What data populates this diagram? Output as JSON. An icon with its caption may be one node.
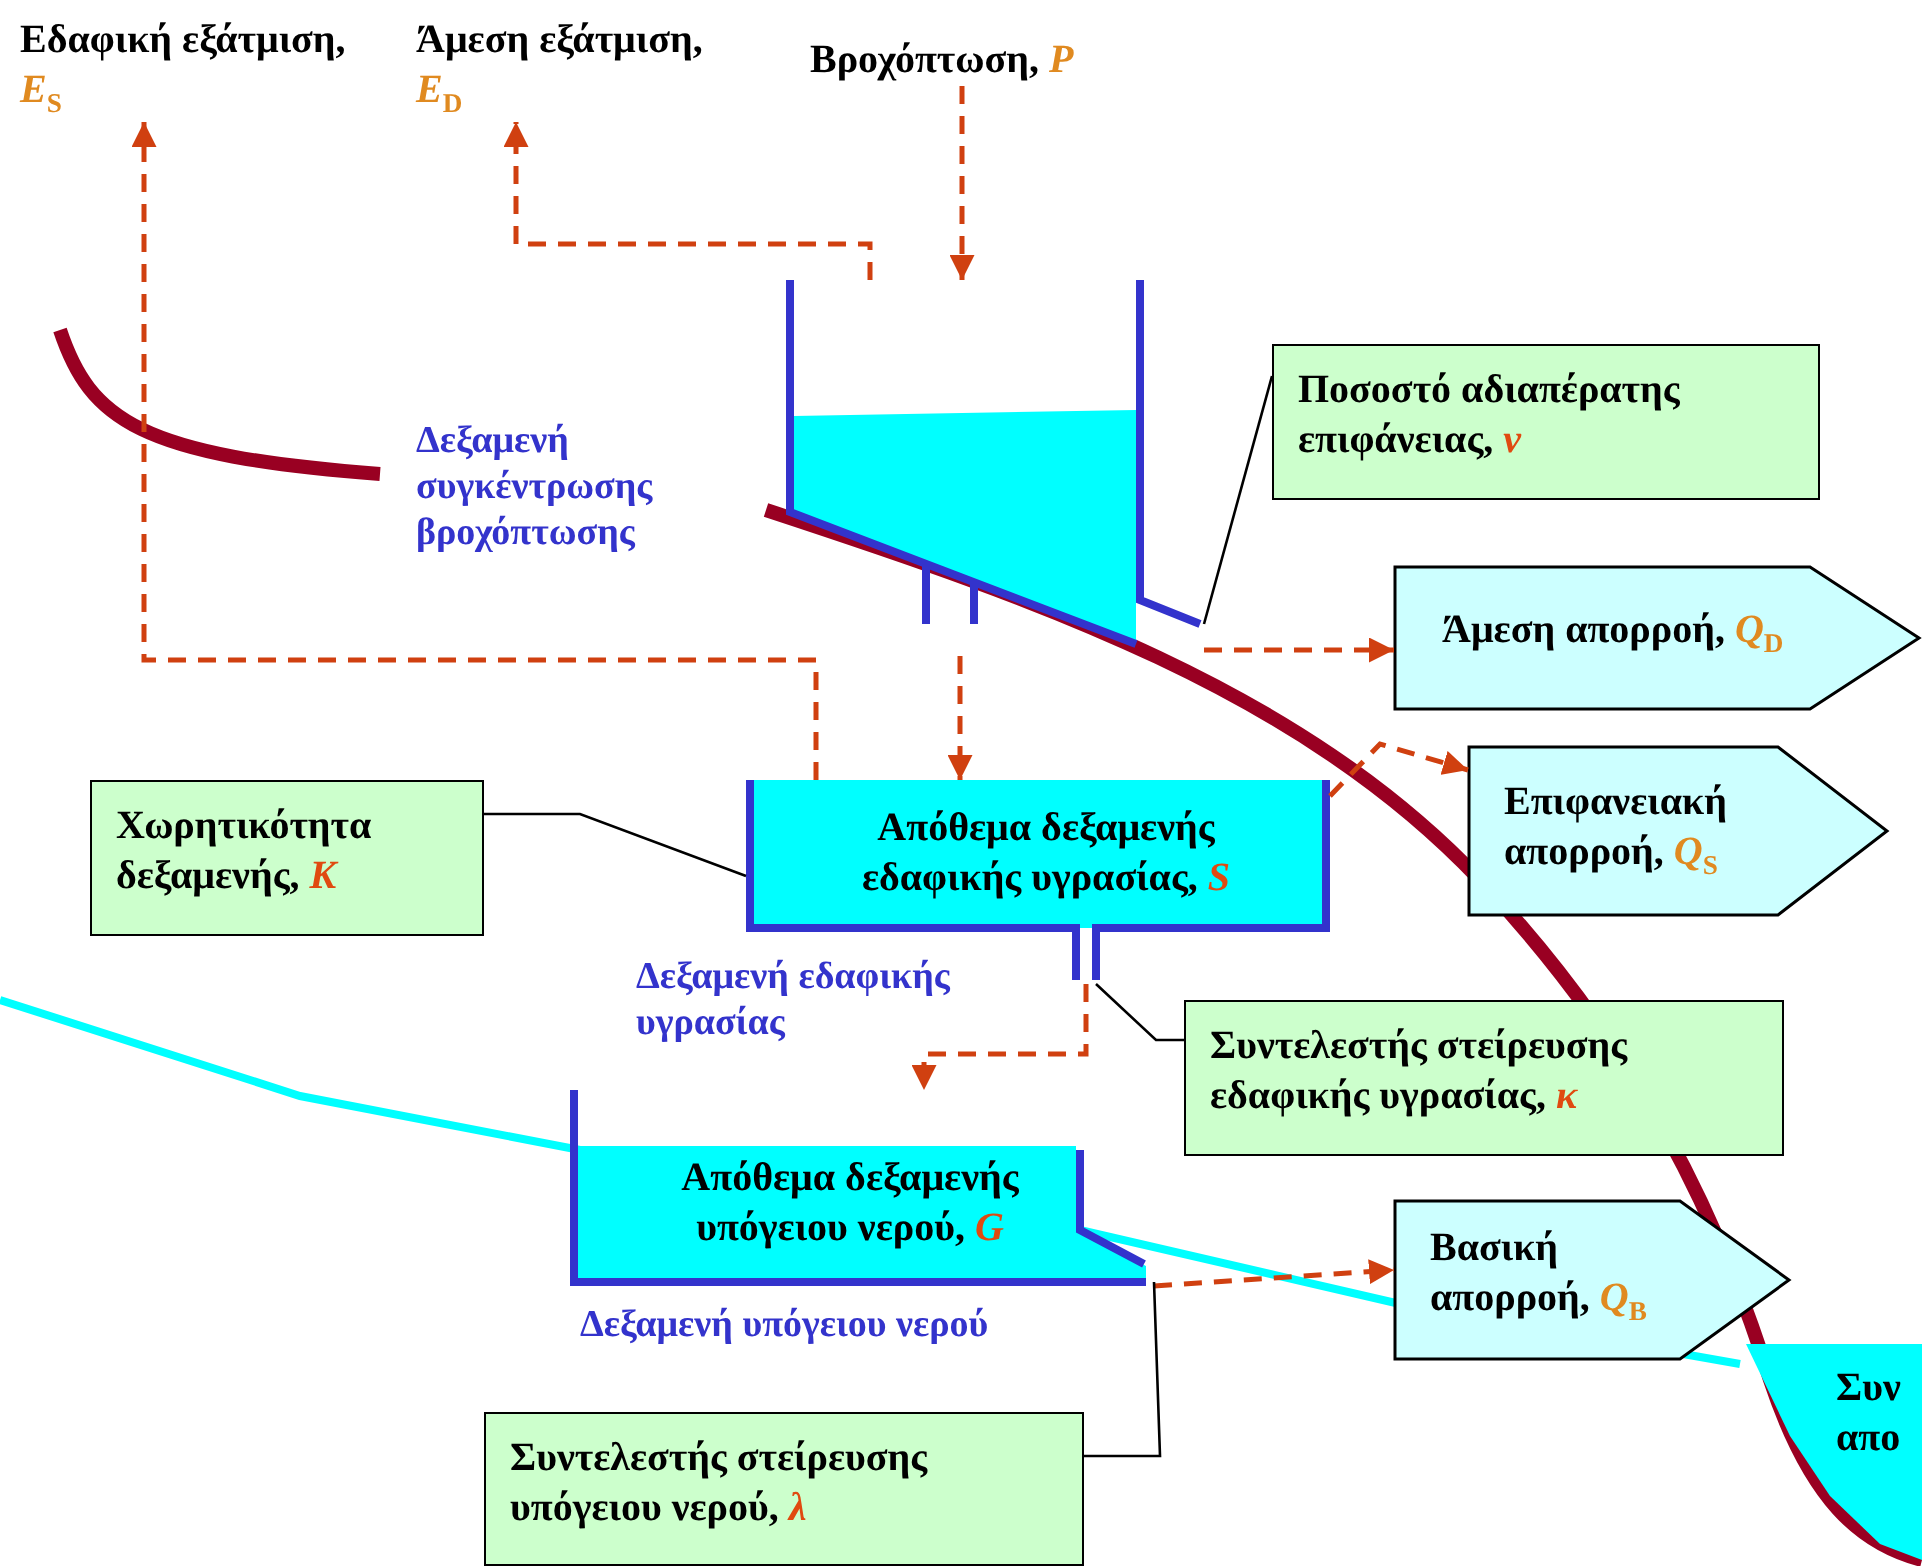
{
  "diagram": {
    "nodes": [
      {
        "text": [
          "Εδαφική εξάτμιση, *E*$_{S}$"
        ]
      },
      {
        "text": [
          "Άμεση εξάτμιση, *E*$_{D}$"
        ]
      },
      {
        "text": [
          "Βροχόπτωση, *P*"
        ]
      },
      {
        "text": [],
        "shape": "box",
        "beside": [
          "Δεξαμενή συγκέντρωσης βροχόπτωσης"
        ]
      },
      {
        "text": [
          "Ποσοστό αδιαπέρατης επιφάνειας, *ν*"
        ]
      },
      {
        "text": [
          "Άμεση απορροή, *Q*$_{D}$"
        ]
      },
      {
        "text": [
          "Απόθεμα δεξαμενής εδαφικής υγρασίας, *S*"
        ],
        "beside": [
          "Δεξαμενή εδαφικής υγρασίας"
        ]
      },
      {
        "text": [
          "Χωρητικότητα δεξαμενής, *K*"
        ]
      },
      {
        "text": [
          "Επιφανειακή απορροή, *Q*$_{S}$"
        ]
      },
      {
        "text": [
          "Συντελεστής στείρευσης εδαφικής υγρασίας, *κ*"
        ]
      },
      {
        "text": [
          "Απόθεμα δεξαμενής υπόγειου νερού, *G*"
        ],
        "beside": [
          "Δεξαμενή υπόγειου νερού"
        ]
      },
      {
        "text": [
          "Βασική απορροή, *Q*$_{B}$"
        ]
      },
      {
        "text": [
          "Συντελεστής στείρευσης υπόγειου νερού, *λ*"
        ]
      },
      {
        "text": [
          "Συν",
          "απο"
        ]
      }
    ],
    "edges": [
      {
        "from": 2,
        "to": 3,
        "arrow": "to",
        "style": "dashed"
      },
      {
        "from": 3,
        "to": 1,
        "arrow": "to",
        "style": "dashed"
      },
      {
        "from": 3,
        "to": 6,
        "arrow": "to",
        "style": "dashed"
      },
      {
        "from": 3,
        "to": 5,
        "arrow": "to",
        "style": "dashed"
      },
      {
        "from": 6,
        "to": 0,
        "arrow": "to",
        "style": "dashed"
      },
      {
        "from": 6,
        "to": 8,
        "arrow": "to",
        "style": "dashed"
      },
      {
        "from": 6,
        "to": 10,
        "arrow": "to",
        "style": "dashed"
      },
      {
        "from": 10,
        "to": 11,
        "arrow": "to",
        "style": "dashed"
      },
      {
        "from": 4,
        "to": 3,
        "arrow": "none",
        "color": "#000000"
      },
      {
        "from": 7,
        "to": 6,
        "arrow": "none",
        "color": "#000000"
      },
      {
        "from": 9,
        "to": 6,
        "arrow": "none",
        "color": "#000000"
      },
      {
        "from": 12,
        "to": 10,
        "arrow": "none",
        "color": "#000000"
      }
    ]
  }
}
